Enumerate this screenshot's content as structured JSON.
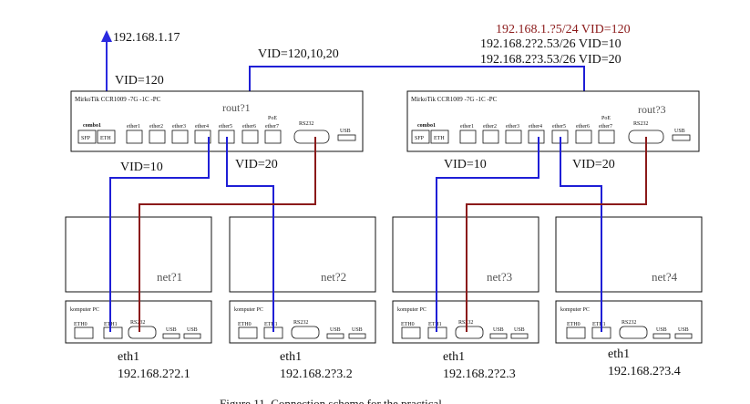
{
  "colors": {
    "blue": "#1f1fd6",
    "red": "#8b1a1a",
    "black": "#111111",
    "arrow": "#2a2ae0"
  },
  "labels": {
    "uplink_ip": "192.168.1.17",
    "uplink_vid": "VID=120",
    "trunk_vid": "VID=120,10,20",
    "r3_ip1": "192.168.1.?5/24  VID=120",
    "r3_ip2": "192.168.2?2.53/26  VID=10",
    "r3_ip3": "192.168.2?3.53/26  VID=20",
    "r1_vid10": "VID=10",
    "r1_vid20": "VID=20",
    "r3_vid10": "VID=10",
    "r3_vid20": "VID=20",
    "caption": "Figure 11. Connection scheme for the practical ..."
  },
  "routers": [
    {
      "model": "MirkoTik CCR1009 -7G -1C -PC",
      "name": "rout?1",
      "combo": "combo1",
      "sfp": "SFP",
      "eth": "ETH",
      "ports": [
        "ether1",
        "ether2",
        "ether3",
        "ether4",
        "ether5",
        "ether6",
        "ether7"
      ],
      "poe": "PoE",
      "rs232": "RS232",
      "usb": "USB"
    },
    {
      "model": "MirkoTik CCR1009 -7G -1C -PC",
      "name": "rout?3",
      "combo": "combo1",
      "sfp": "SFP",
      "eth": "ETH",
      "ports": [
        "ether1",
        "ether2",
        "ether3",
        "ether4",
        "ether5",
        "ether6",
        "ether7"
      ],
      "poe": "PoE",
      "rs232": "RS232",
      "usb": "USB"
    }
  ],
  "computers": [
    {
      "monitor": "net?1",
      "model": "komputer PC",
      "eth0": "ETH0",
      "eth1": "ETH1",
      "rs232": "RS232",
      "usb1": "USB",
      "usb2": "USB",
      "iface": "eth1",
      "ip": "192.168.2?2.1"
    },
    {
      "monitor": "net?2",
      "model": "komputer PC",
      "eth0": "ETH0",
      "eth1": "ETH1",
      "rs232": "RS232",
      "usb1": "USB",
      "usb2": "USB",
      "iface": "eth1",
      "ip": "192.168.2?3.2"
    },
    {
      "monitor": "net?3",
      "model": "komputer PC",
      "eth0": "ETH0",
      "eth1": "ETH1",
      "rs232": "RS232",
      "usb1": "USB",
      "usb2": "USB",
      "iface": "eth1",
      "ip": "192.168.2?2.3"
    },
    {
      "monitor": "net?4",
      "model": "komputer PC",
      "eth0": "ETH0",
      "eth1": "ETH1",
      "rs232": "RS232",
      "usb1": "USB",
      "usb2": "USB",
      "iface": "eth1",
      "ip": "192.168.2?3.4"
    }
  ]
}
